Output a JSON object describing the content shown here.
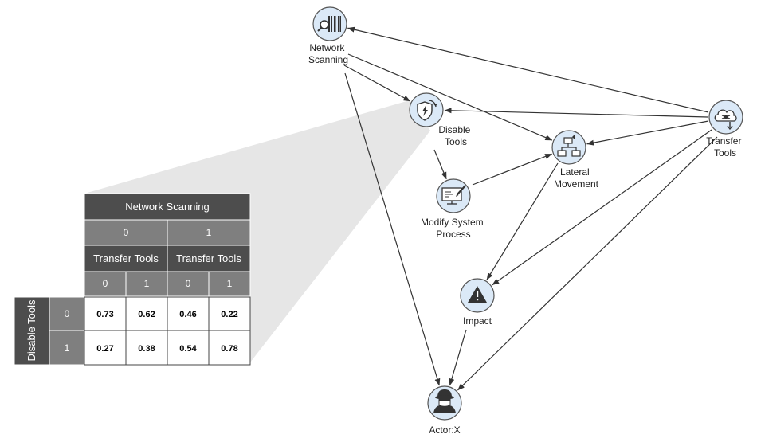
{
  "nodes": {
    "network_scanning": {
      "label": [
        "Network",
        "Scanning"
      ],
      "icon": "barcode-search-icon"
    },
    "disable_tools": {
      "label": [
        "Disable",
        "Tools"
      ],
      "icon": "shield-lightning-icon"
    },
    "transfer_tools": {
      "label": [
        "Transfer",
        "Tools"
      ],
      "icon": "cloud-bug-download-icon"
    },
    "lateral_movement": {
      "label": [
        "Lateral",
        "Movement"
      ],
      "icon": "network-hierarchy-icon"
    },
    "modify_system_process": {
      "label": [
        "Modify System",
        "Process"
      ],
      "icon": "monitor-code-edit-icon"
    },
    "impact": {
      "label": [
        "Impact"
      ],
      "icon": "warning-triangle-icon"
    },
    "actor": {
      "label": [
        "Actor:X"
      ],
      "icon": "hacker-icon"
    }
  },
  "edges": [
    {
      "from": "transfer_tools",
      "to": "network_scanning"
    },
    {
      "from": "transfer_tools",
      "to": "disable_tools"
    },
    {
      "from": "transfer_tools",
      "to": "lateral_movement"
    },
    {
      "from": "transfer_tools",
      "to": "impact"
    },
    {
      "from": "transfer_tools",
      "to": "actor"
    },
    {
      "from": "network_scanning",
      "to": "disable_tools"
    },
    {
      "from": "network_scanning",
      "to": "lateral_movement"
    },
    {
      "from": "network_scanning",
      "to": "actor"
    },
    {
      "from": "disable_tools",
      "to": "modify_system_process"
    },
    {
      "from": "modify_system_process",
      "to": "lateral_movement"
    },
    {
      "from": "lateral_movement",
      "to": "impact"
    },
    {
      "from": "impact",
      "to": "actor"
    }
  ],
  "cpt": {
    "parent1_name": "Network Scanning",
    "parent1_states": [
      "0",
      "1"
    ],
    "parent2_name": "Transfer Tools",
    "parent2_states": [
      "0",
      "1",
      "0",
      "1"
    ],
    "row_variable": "Disable Tools",
    "row_states": [
      "0",
      "1"
    ],
    "values": [
      [
        "0.73",
        "0.62",
        "0.46",
        "0.22"
      ],
      [
        "0.27",
        "0.38",
        "0.54",
        "0.78"
      ]
    ]
  },
  "colors": {
    "header_dark": "#4d4d4d",
    "header_mid": "#7f7f7f",
    "node_fill": "#dbe9f7",
    "node_stroke": "#555555",
    "edge": "#333333",
    "callout": "#e6e6e6"
  }
}
